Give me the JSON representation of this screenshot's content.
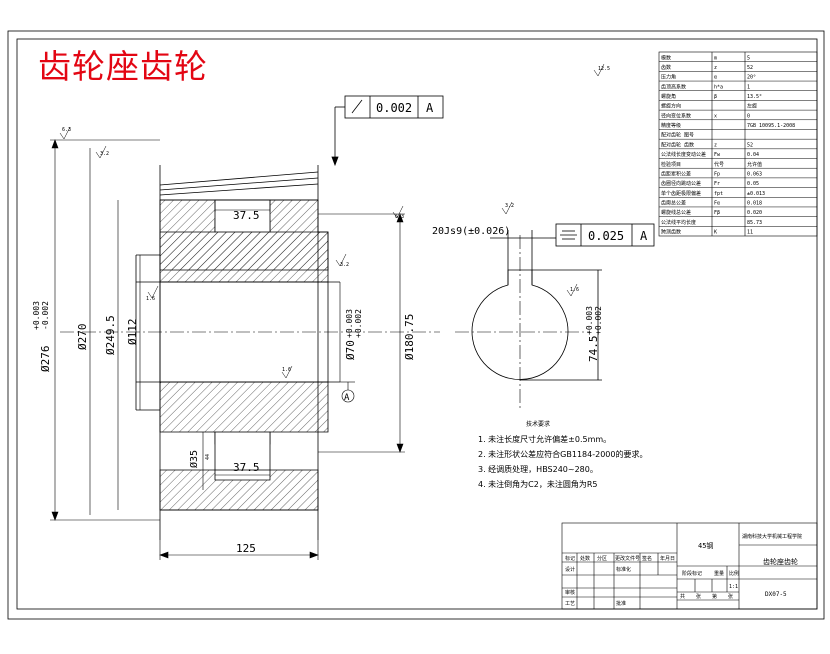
{
  "overlay_title": "齿轮座齿轮",
  "dimensions": {
    "tip_diameter": "Ø276",
    "tip_tol_upper": "+0.003",
    "tip_tol_lower": "-0.002",
    "d270": "Ø270",
    "d249": "Ø249.5",
    "d112": "Ø112",
    "d70": "Ø70",
    "d70_tol_upper": "+0.003",
    "d70_tol_lower": "+0.002",
    "d180": "Ø180.75",
    "d35": "Ø35",
    "w37_top": "37.5",
    "w37_bottom": "37.5",
    "w125": "125",
    "keyway_width": "20Js9(±0.026)",
    "keyway_depth": "74.5",
    "keyway_tol_upper": "+0.003",
    "keyway_tol_lower": "+0.002",
    "n44": "44"
  },
  "tolerances": {
    "runout_value": "0.002",
    "runout_datum": "A",
    "symmetry_value": "0.025",
    "symmetry_datum": "A",
    "datum_label": "A"
  },
  "roughness": {
    "r1": "6.3",
    "r2": "3.2",
    "r3": "6.3",
    "r4": "3.2",
    "r5": "1.6",
    "r6": "1.6",
    "r7": "3.2",
    "r8": "12.5",
    "r9": "1.6"
  },
  "notes": {
    "title": "技术要求",
    "items": [
      "1. 未注长度尺寸允许偏差±0.5mm。",
      "2. 未注形状公差应符合GB1184-2000的要求。",
      "3. 经调质处理，HBS240~280。",
      "4. 未注倒角为C2，未注圆角为R5"
    ]
  },
  "params_table": {
    "rows": [
      [
        "模数",
        "m",
        "5"
      ],
      [
        "齿数",
        "z",
        "52"
      ],
      [
        "压力角",
        "α",
        "20°"
      ],
      [
        "齿顶高系数",
        "h*a",
        "1"
      ],
      [
        "螺旋角",
        "β",
        "13.5°"
      ],
      [
        "螺旋方向",
        "",
        "左旋"
      ],
      [
        "径向变位系数",
        "x",
        "0"
      ],
      [
        "精度等级",
        "",
        "7GB 10095.1-2008"
      ],
      [
        "配对齿轮 图号",
        "",
        ""
      ],
      [
        "配对齿轮 齿数",
        "z",
        "52"
      ],
      [
        "公法线长度变动公差",
        "Fw",
        "0.04"
      ],
      [
        "检验项目",
        "代号",
        "允许值"
      ],
      [
        "齿距累积公差",
        "Fp",
        "0.063"
      ],
      [
        "齿圈径向跳动公差",
        "Fr",
        "0.05"
      ],
      [
        "单个齿距极限偏差",
        "fpt",
        "±0.013"
      ],
      [
        "齿廓总公差",
        "Fα",
        "0.018"
      ],
      [
        "螺旋线总公差",
        "Fβ",
        "0.020"
      ],
      [
        "公法线平均长度",
        "",
        "85.73"
      ],
      [
        "跨测齿数",
        "K",
        "11"
      ]
    ]
  },
  "title_block": {
    "material": "45钢",
    "school": "湖南科技大学机械工程学院",
    "drawing_name": "齿轮座齿轮",
    "drawing_no": "DX07-5",
    "scale": "1:1",
    "h_mark": "标记",
    "h_count": "处数",
    "h_zone": "分区",
    "h_doc": "更改文件号",
    "h_sign": "签名",
    "h_date": "年月日",
    "designer": "设计",
    "standardize": "标准化",
    "stage_mark": "阶段标记",
    "weight": "重量",
    "scale_label": "比例",
    "reviewer": "审核",
    "craft": "工艺",
    "approve": "批准",
    "sheet_total": "共",
    "sheet_n": "张",
    "sheet_no": "第",
    "sheet_n2": "张"
  }
}
